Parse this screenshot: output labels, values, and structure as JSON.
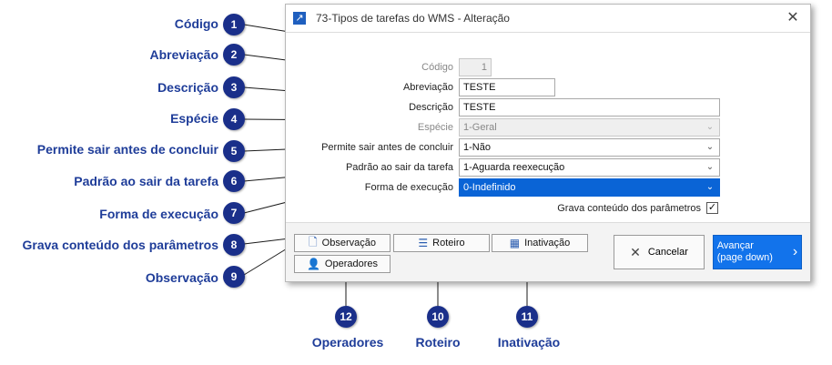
{
  "callouts": {
    "codigo": {
      "label": "Código",
      "number": "1"
    },
    "abreviacao": {
      "label": "Abreviação",
      "number": "2"
    },
    "descricao": {
      "label": "Descrição",
      "number": "3"
    },
    "especie": {
      "label": "Espécie",
      "number": "4"
    },
    "permite": {
      "label": "Permite sair antes de concluir",
      "number": "5"
    },
    "padrao": {
      "label": "Padrão ao sair da tarefa",
      "number": "6"
    },
    "forma": {
      "label": "Forma de execução",
      "number": "7"
    },
    "grava": {
      "label": "Grava conteúdo dos parâmetros",
      "number": "8"
    },
    "observacao": {
      "label": "Observação",
      "number": "9"
    },
    "roteiro": {
      "label": "Roteiro",
      "number": "10"
    },
    "inativacao": {
      "label": "Inativação",
      "number": "11"
    },
    "operadores": {
      "label": "Operadores",
      "number": "12"
    }
  },
  "dialog": {
    "title": "73-Tipos de tarefas do WMS - Alteração",
    "app_icon": "arrow-icon",
    "close_icon": "close-icon",
    "form": {
      "codigo": {
        "label": "Código",
        "value": "1"
      },
      "abreviacao": {
        "label": "Abreviação",
        "value": "TESTE"
      },
      "descricao": {
        "label": "Descrição",
        "value": "TESTE"
      },
      "especie": {
        "label": "Espécie",
        "value": "1-Geral"
      },
      "permite": {
        "label": "Permite sair antes de concluir",
        "value": "1-Não"
      },
      "padrao": {
        "label": "Padrão ao sair da tarefa",
        "value": "1-Aguarda reexecução"
      },
      "forma": {
        "label": "Forma de execução",
        "value": "0-Indefinido"
      },
      "grava": {
        "label": "Grava conteúdo dos parâmetros",
        "checked": true,
        "check_glyph": "✓"
      }
    },
    "footer": {
      "observacao": "Observação",
      "roteiro": "Roteiro",
      "inativacao": "Inativação",
      "operadores": "Operadores",
      "cancelar": "Cancelar",
      "avancar_line1": "Avançar",
      "avancar_line2": "(page down)"
    }
  },
  "colors": {
    "callout_text": "#1f3d99",
    "badge": "#1a2f8a",
    "selection": "#0a64d6",
    "primary_button": "#1273eb"
  }
}
